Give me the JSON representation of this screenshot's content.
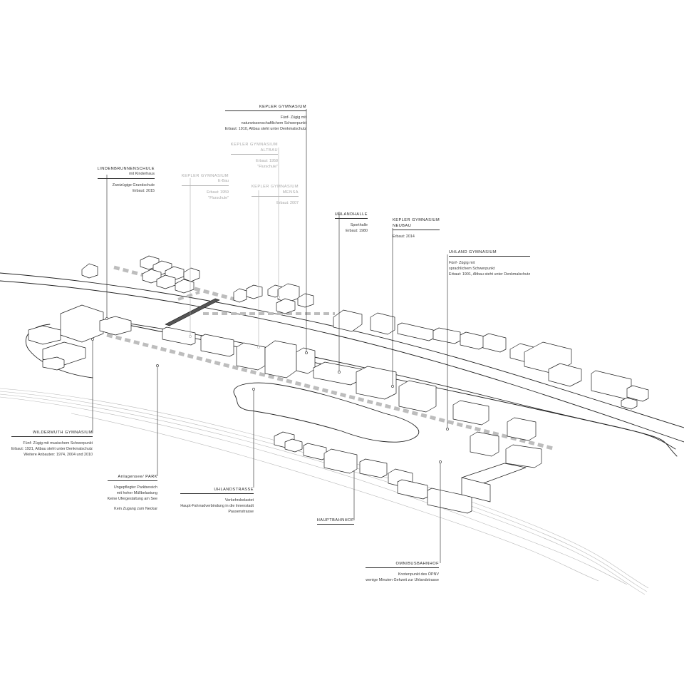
{
  "labels": {
    "kepler": {
      "title": "KEPLER GYMNASIUM",
      "lines": [
        "Fünf- Zügig mit",
        "naturwissenschaftlichem Schwerpunkt",
        "Erbaut: 1910, Altbau steht unter Denkmalschutz"
      ]
    },
    "kepler_altbau": {
      "title": "KEPLER GYMNASIUM",
      "subtitle": "Altbau",
      "lines": [
        "Erbaut: 1958",
        "\"Flurschule\""
      ]
    },
    "lindenbrunnen": {
      "title": "LINDENBRUNNENSCHULE",
      "subtitle": "mit Kinderhaus",
      "lines": [
        "Zweizügige Grundschule",
        "Erbaut: 2015"
      ]
    },
    "kepler_ebau": {
      "title": "KEPLER GYMNASIUM",
      "subtitle": "E-Bau",
      "lines": [
        "Erbaut: 1959",
        "\"Flurschule\""
      ]
    },
    "kepler_mensa": {
      "title": "KEPLER GYMNASIUM",
      "subtitle": "MENSA",
      "lines": [
        "Erbaut: 2007"
      ]
    },
    "uhlandhalle": {
      "title": "UHLANDHALLE",
      "lines": [
        "Sporthalle",
        "Erbaut: 1980"
      ]
    },
    "kepler_neubau": {
      "title": "KEPLER GYMNASIUM",
      "subtitle": "NEUBAU",
      "lines": [
        "Erbaut: 2014"
      ]
    },
    "uhland": {
      "title": "UHLAND GYMNASIUM",
      "lines": [
        "Fünf- Zügig mit",
        "sprachlichem Schwerpunkt",
        "Erbaut: 1901, Altbau steht unter Denkmalschutz"
      ]
    },
    "wildermuth": {
      "title": "WILDERMUTH GYMNASIUM",
      "lines": [
        "Fünf- Zügig mit musischem Schwerpunkt",
        "Erbaut: 1921, Altbau steht unter Denkmalschutz",
        "Weitere Anbauten: 1974, 2004 und 2010"
      ]
    },
    "anlagensee": {
      "title": "Anlagensee/ PARK",
      "lines": [
        "Ungepflegter Parkbereich",
        "mit hoher Müllbelastung",
        "Keine Ufergestaltung am See",
        "",
        "Kein Zugang zum Neckar"
      ]
    },
    "uhlandstrasse": {
      "title": "UHLANDSTRASSE",
      "lines": [
        "Verkehrsbelastet",
        "Haupt-Fahrradverbindung in die Innenstadt",
        "Pausenstrasse"
      ]
    },
    "hauptbahnhof": {
      "title": "HAUPTBAHNHOF"
    },
    "omnibusbahnhof": {
      "title": "OMNIBUSBAHNHOF",
      "lines": [
        "Knotenpunkt des ÖPNV",
        "wenige Minuten Gehzeit zur Uhlandstrasse"
      ]
    }
  }
}
